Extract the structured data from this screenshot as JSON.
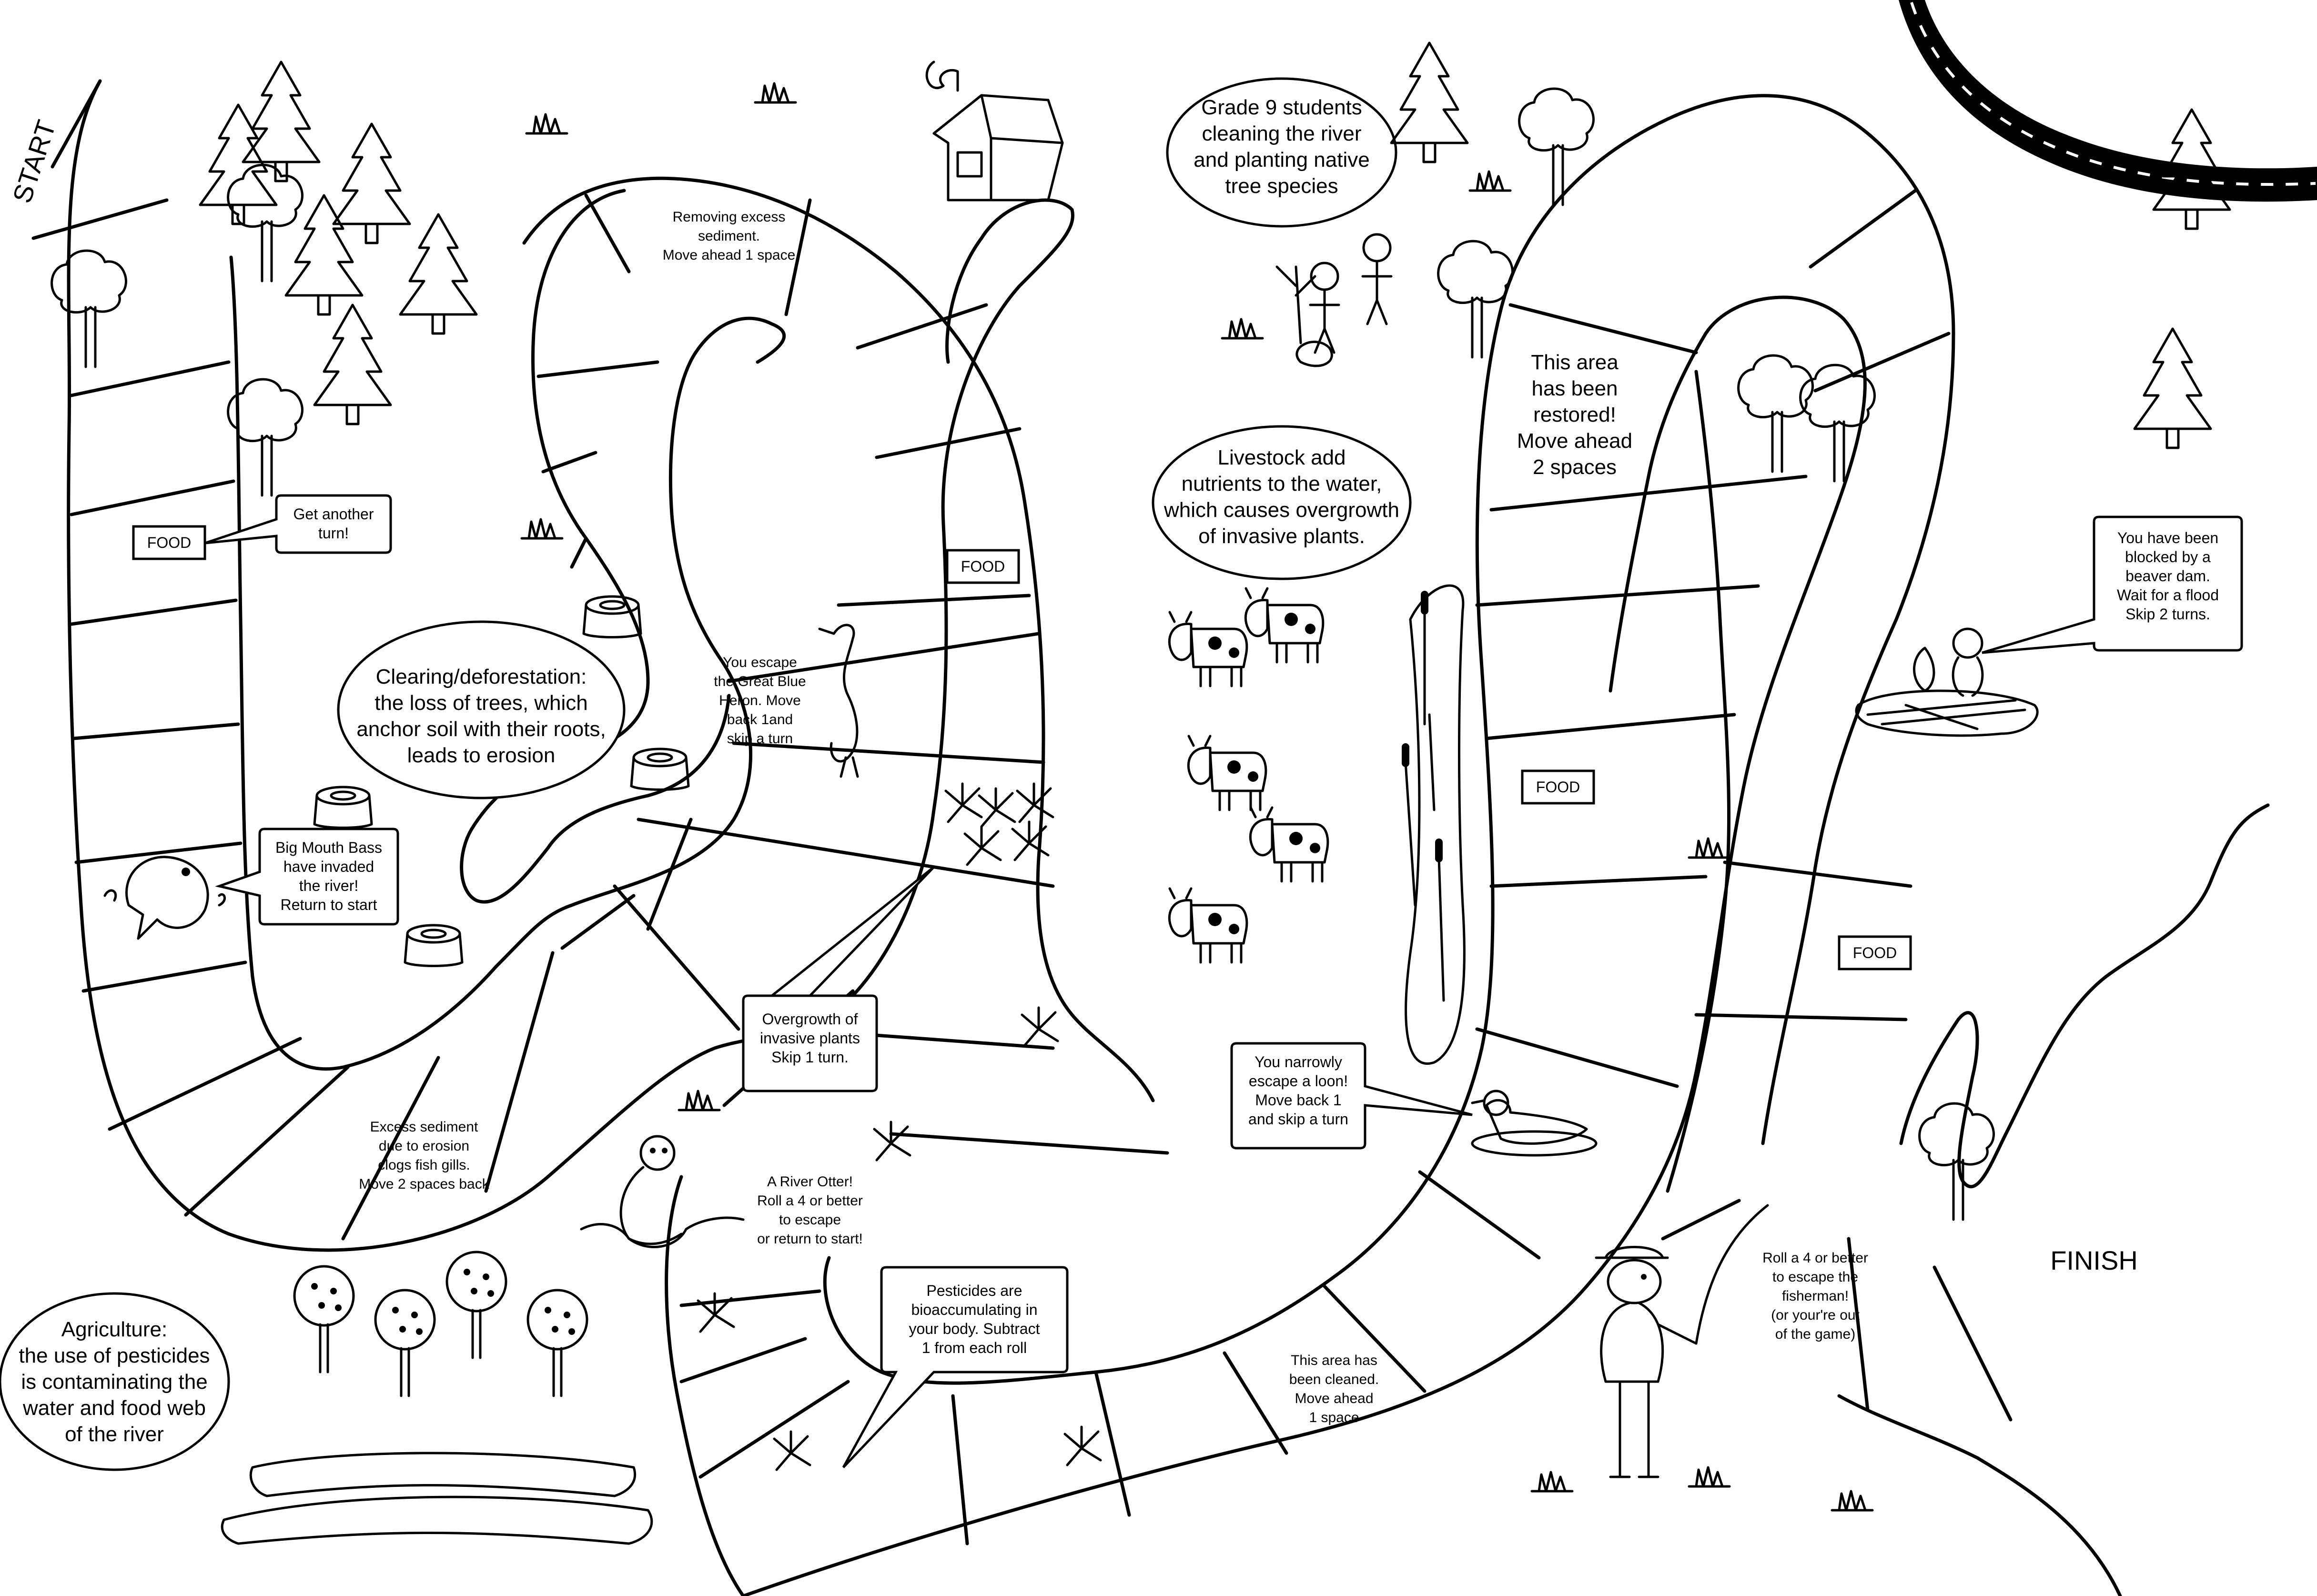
{
  "labels": {
    "start": "START",
    "finish": "FINISH",
    "food": "FOOD"
  },
  "ellipses": {
    "deforestation": [
      "Clearing/deforestation:",
      "the loss of trees, which",
      "anchor soil with their roots,",
      "leads to erosion"
    ],
    "agriculture": [
      "Agriculture:",
      "the use of pesticides",
      "is contaminating the",
      "water and food web",
      "of the river"
    ],
    "grade9": [
      "Grade 9 students",
      "cleaning the river",
      "and planting native",
      "tree species"
    ],
    "livestock": [
      "Livestock add",
      "nutrients to the water,",
      "which causes overgrowth",
      "of invasive plants."
    ]
  },
  "callouts": {
    "another_turn": [
      "Get another",
      "turn!"
    ],
    "bass": [
      "Big Mouth Bass",
      "have invaded",
      "the river!",
      "Return to start"
    ],
    "invasive": [
      "Overgrowth of",
      "invasive plants",
      "Skip 1 turn."
    ],
    "pesticides": [
      "Pesticides are",
      "bioaccumulating in",
      "your body.  Subtract",
      "1 from each roll"
    ],
    "loon": [
      "You narrowly",
      "escape a loon!",
      "Move back 1",
      "and skip a turn"
    ],
    "beaver": [
      "You have been",
      "blocked by a",
      "beaver dam.",
      "Wait for a flood",
      "Skip 2 turns."
    ]
  },
  "tiles": {
    "removing_sediment": [
      "Removing excess",
      "sediment.",
      "Move ahead 1 space"
    ],
    "heron": [
      "You escape",
      "the Great Blue",
      "Heron. Move",
      "back 1and",
      "skip a turn"
    ],
    "excess_sediment": [
      "Excess sediment",
      "due to erosion",
      "clogs fish gills.",
      "Move 2 spaces back"
    ],
    "otter": [
      "A River Otter!",
      "Roll a 4 or better",
      "to escape",
      "or return to start!"
    ],
    "cleaned": [
      "This area has",
      "been cleaned.",
      "Move ahead",
      "1 space"
    ],
    "restored": [
      "This area",
      "has been",
      "restored!",
      "Move ahead",
      "2 spaces"
    ],
    "fisherman": [
      "Roll a 4 or better",
      "to escape the",
      "fisherman!",
      "(or your're out",
      "of the game)"
    ]
  },
  "icons": [
    "pine-tree-icon",
    "leafy-tree-icon",
    "cabin-icon",
    "tree-stump-icon",
    "cow-icon",
    "fish-icon",
    "heron-icon",
    "otter-icon",
    "loon-icon",
    "beaver-icon",
    "fisherman-icon",
    "students-icon",
    "cattail-icon",
    "invasive-plant-icon",
    "crop-row-icon",
    "grass-tuft-icon"
  ]
}
